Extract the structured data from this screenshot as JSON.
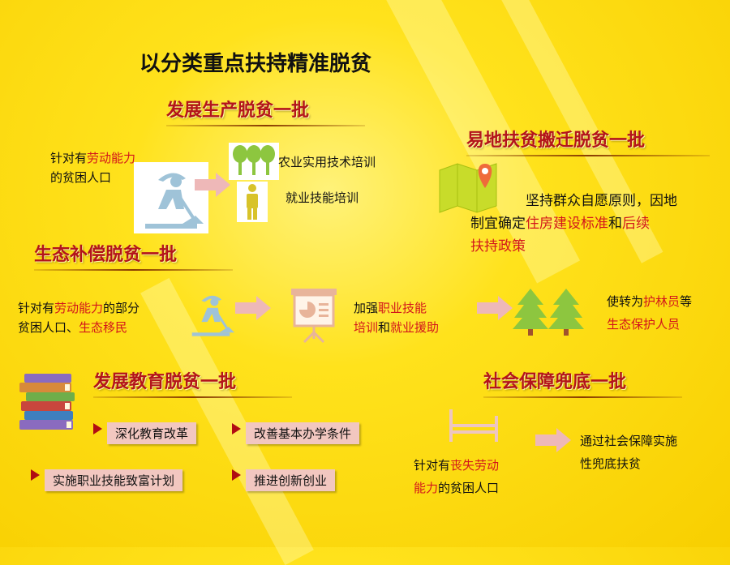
{
  "title": "以分类重点扶持精准脱贫",
  "s1": {
    "heading": "发展生产脱贫一批",
    "target_pre": "针对有",
    "target_red": "劳动能力",
    "target_post": "的贫困人口",
    "item1": "农业实用技术培训",
    "item2": "就业技能培训"
  },
  "s2": {
    "heading": "易地扶贫搬迁脱贫一批",
    "line1": "坚持群众自愿原则，因地",
    "line2_pre": "制宜确定",
    "line2_red1": "住房建设标准",
    "line2_mid": "和",
    "line2_red2": "后续",
    "line3_red": "扶持政策"
  },
  "s3": {
    "heading": "生态补偿脱贫一批",
    "l1_pre": "针对有",
    "l1_red": "劳动能力",
    "l1_post": "的部分",
    "l2_pre": "贫困人口、",
    "l2_red": "生态移民",
    "m1_pre": "加强",
    "m1_red": "职业技能",
    "m2_red1": "培训",
    "m2_mid": "和",
    "m2_red2": "就业援助",
    "r1_pre": "使转为",
    "r1_red": "护林员",
    "r1_post": "等",
    "r2_red": "生态保护人员"
  },
  "s4": {
    "heading": "发展教育脱贫一批",
    "b1": "深化教育改革",
    "b2": "改善基本办学条件",
    "b3": "实施职业技能致富计划",
    "b4": "推进创新创业"
  },
  "s5": {
    "heading": "社会保障兜底一批",
    "l1_pre": "针对有",
    "l1_red": "丧失劳动",
    "l2_red": "能力",
    "l2_post": "的贫困人口",
    "r1": "通过社会保障实施",
    "r2": "性兜底扶贫"
  },
  "colors": {
    "accent_red": "#d3161b",
    "heading_red": "#b3141b",
    "arrow_pink": "#eeb8b8",
    "box_pink": "#f2c7c0"
  }
}
